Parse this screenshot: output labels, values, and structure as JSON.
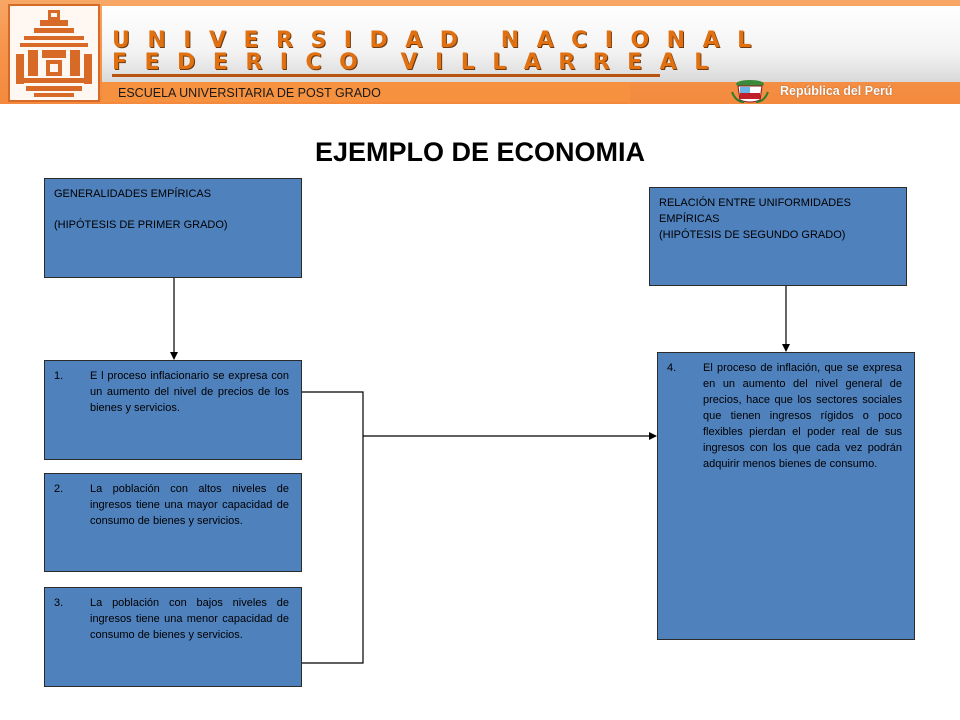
{
  "header": {
    "university_line1": "UNIVERSIDAD NACIONAL",
    "university_line2": "FEDERICO VILLARREAL",
    "school": "ESCUELA  UNIVERSITARIA DE POST GRADO",
    "country": "República del Perú",
    "colors": {
      "banner": "#f6944c",
      "title_text": "#e07010"
    }
  },
  "title": "EJEMPLO DE ECONOMIA",
  "boxes": {
    "generalidades": {
      "line1": "GENERALIDADES EMPÍRICAS",
      "line2": "(HIPÓTESIS DE PRIMER GRADO)"
    },
    "relacion": {
      "line1": "RELACIÓN ENTRE UNIFORMIDADES EMPÍRICAS",
      "line2": "(HIPÓTESIS DE SEGUNDO GRADO)"
    },
    "items": [
      {
        "num": "1.",
        "text": "E l proceso inflacionario se expresa con un aumento del nivel de precios de los bienes y servicios."
      },
      {
        "num": "2.",
        "text": "La población con altos niveles de ingresos tiene una mayor capacidad de consumo de bienes y servicios."
      },
      {
        "num": "3.",
        "text": "La población con bajos niveles de ingresos tiene una menor capacidad de consumo de bienes y servicios."
      },
      {
        "num": "4.",
        "text": "El proceso de inflación, que se expresa en un aumento del nivel general de precios, hace que los sectores sociales que tienen ingresos rígidos o poco flexibles pierdan el poder real de sus ingresos con los que cada vez podrán adquirir menos bienes de consumo."
      }
    ],
    "box_color": "#4f81bd"
  }
}
